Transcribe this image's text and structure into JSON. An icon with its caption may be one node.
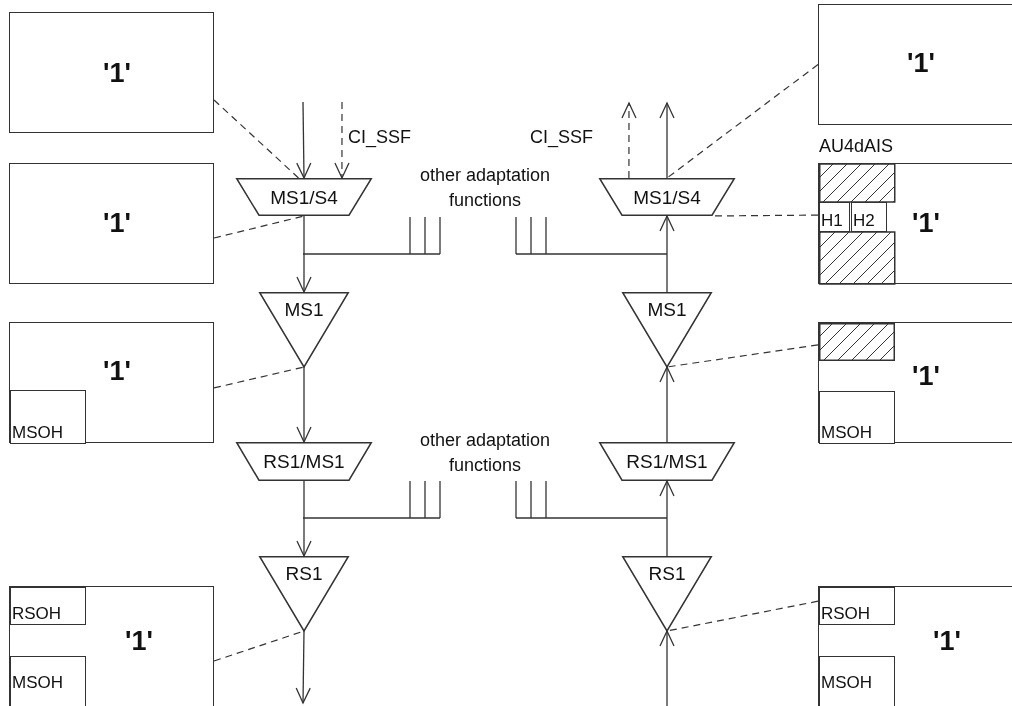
{
  "diagram": {
    "nodes": [
      {
        "text": [
          "'1'"
        ]
      },
      {
        "text": [
          "'1'"
        ]
      },
      {
        "text": [
          "'1'"
        ]
      },
      {
        "text": [
          "MSOH"
        ],
        "in": 2
      },
      {
        "text": [
          "'1'"
        ]
      },
      {
        "text": [
          "RSOH"
        ],
        "in": 4
      },
      {
        "text": [
          "MSOH"
        ],
        "in": 4
      },
      {
        "text": [
          "MS1/S4"
        ]
      },
      {
        "text": [
          "MS1"
        ]
      },
      {
        "text": [
          "RS1/MS1"
        ]
      },
      {
        "text": [
          "RS1"
        ]
      },
      {
        "text": [
          "'1'"
        ]
      },
      {
        "text": [
          "'1'"
        ],
        "beside": [
          "AU4dAIS"
        ]
      },
      {
        "text": [
          "H1"
        ],
        "in": 12
      },
      {
        "text": [
          "H2"
        ],
        "in": 12
      },
      {
        "text": [
          "'1'"
        ]
      },
      {
        "text": [],
        "shape": "box",
        "in": 15
      },
      {
        "text": [
          "MSOH"
        ],
        "in": 15
      },
      {
        "text": [
          "'1'"
        ]
      },
      {
        "text": [
          "RSOH"
        ],
        "in": 18
      },
      {
        "text": [
          "MSOH"
        ],
        "in": 18
      },
      {
        "text": [
          "MS1/S4"
        ]
      },
      {
        "text": [
          "MS1"
        ]
      },
      {
        "text": [
          "RS1/MS1"
        ]
      },
      {
        "text": [
          "RS1"
        ]
      }
    ],
    "edges": [
      {
        "from": null,
        "to": 7,
        "arrow": "to"
      },
      {
        "from": null,
        "to": 7,
        "arrow": "to",
        "style": "dashed",
        "label": "CI_SSF"
      },
      {
        "from": 7,
        "to": 8,
        "arrow": "to"
      },
      {
        "from": 8,
        "to": 9,
        "arrow": "to"
      },
      {
        "from": 9,
        "to": 10,
        "arrow": "to"
      },
      {
        "from": 10,
        "to": null,
        "arrow": "to"
      },
      {
        "from": 0,
        "to": 7,
        "arrow": "none",
        "style": "dashed"
      },
      {
        "from": 1,
        "to": 7,
        "arrow": "none",
        "style": "dashed"
      },
      {
        "from": 2,
        "to": 8,
        "arrow": "none",
        "style": "dashed"
      },
      {
        "from": 4,
        "to": 10,
        "arrow": "none",
        "style": "dashed"
      },
      {
        "from": null,
        "to": 24,
        "arrow": "to"
      },
      {
        "from": 24,
        "to": 23,
        "arrow": "to"
      },
      {
        "from": 23,
        "to": 22,
        "arrow": "to"
      },
      {
        "from": 22,
        "to": 21,
        "arrow": "to"
      },
      {
        "from": 21,
        "to": null,
        "arrow": "to"
      },
      {
        "from": 21,
        "to": null,
        "arrow": "to",
        "style": "dashed",
        "label": "CI_SSF"
      },
      {
        "from": 11,
        "to": 21,
        "arrow": "none",
        "style": "dashed"
      },
      {
        "from": 13,
        "to": 21,
        "arrow": "none",
        "style": "dashed"
      },
      {
        "from": 16,
        "to": 22,
        "arrow": "none",
        "style": "dashed"
      },
      {
        "from": 19,
        "to": 24,
        "arrow": "none",
        "style": "dashed"
      }
    ],
    "labels": [
      "other adaptation functions",
      "other adaptation functions"
    ]
  }
}
